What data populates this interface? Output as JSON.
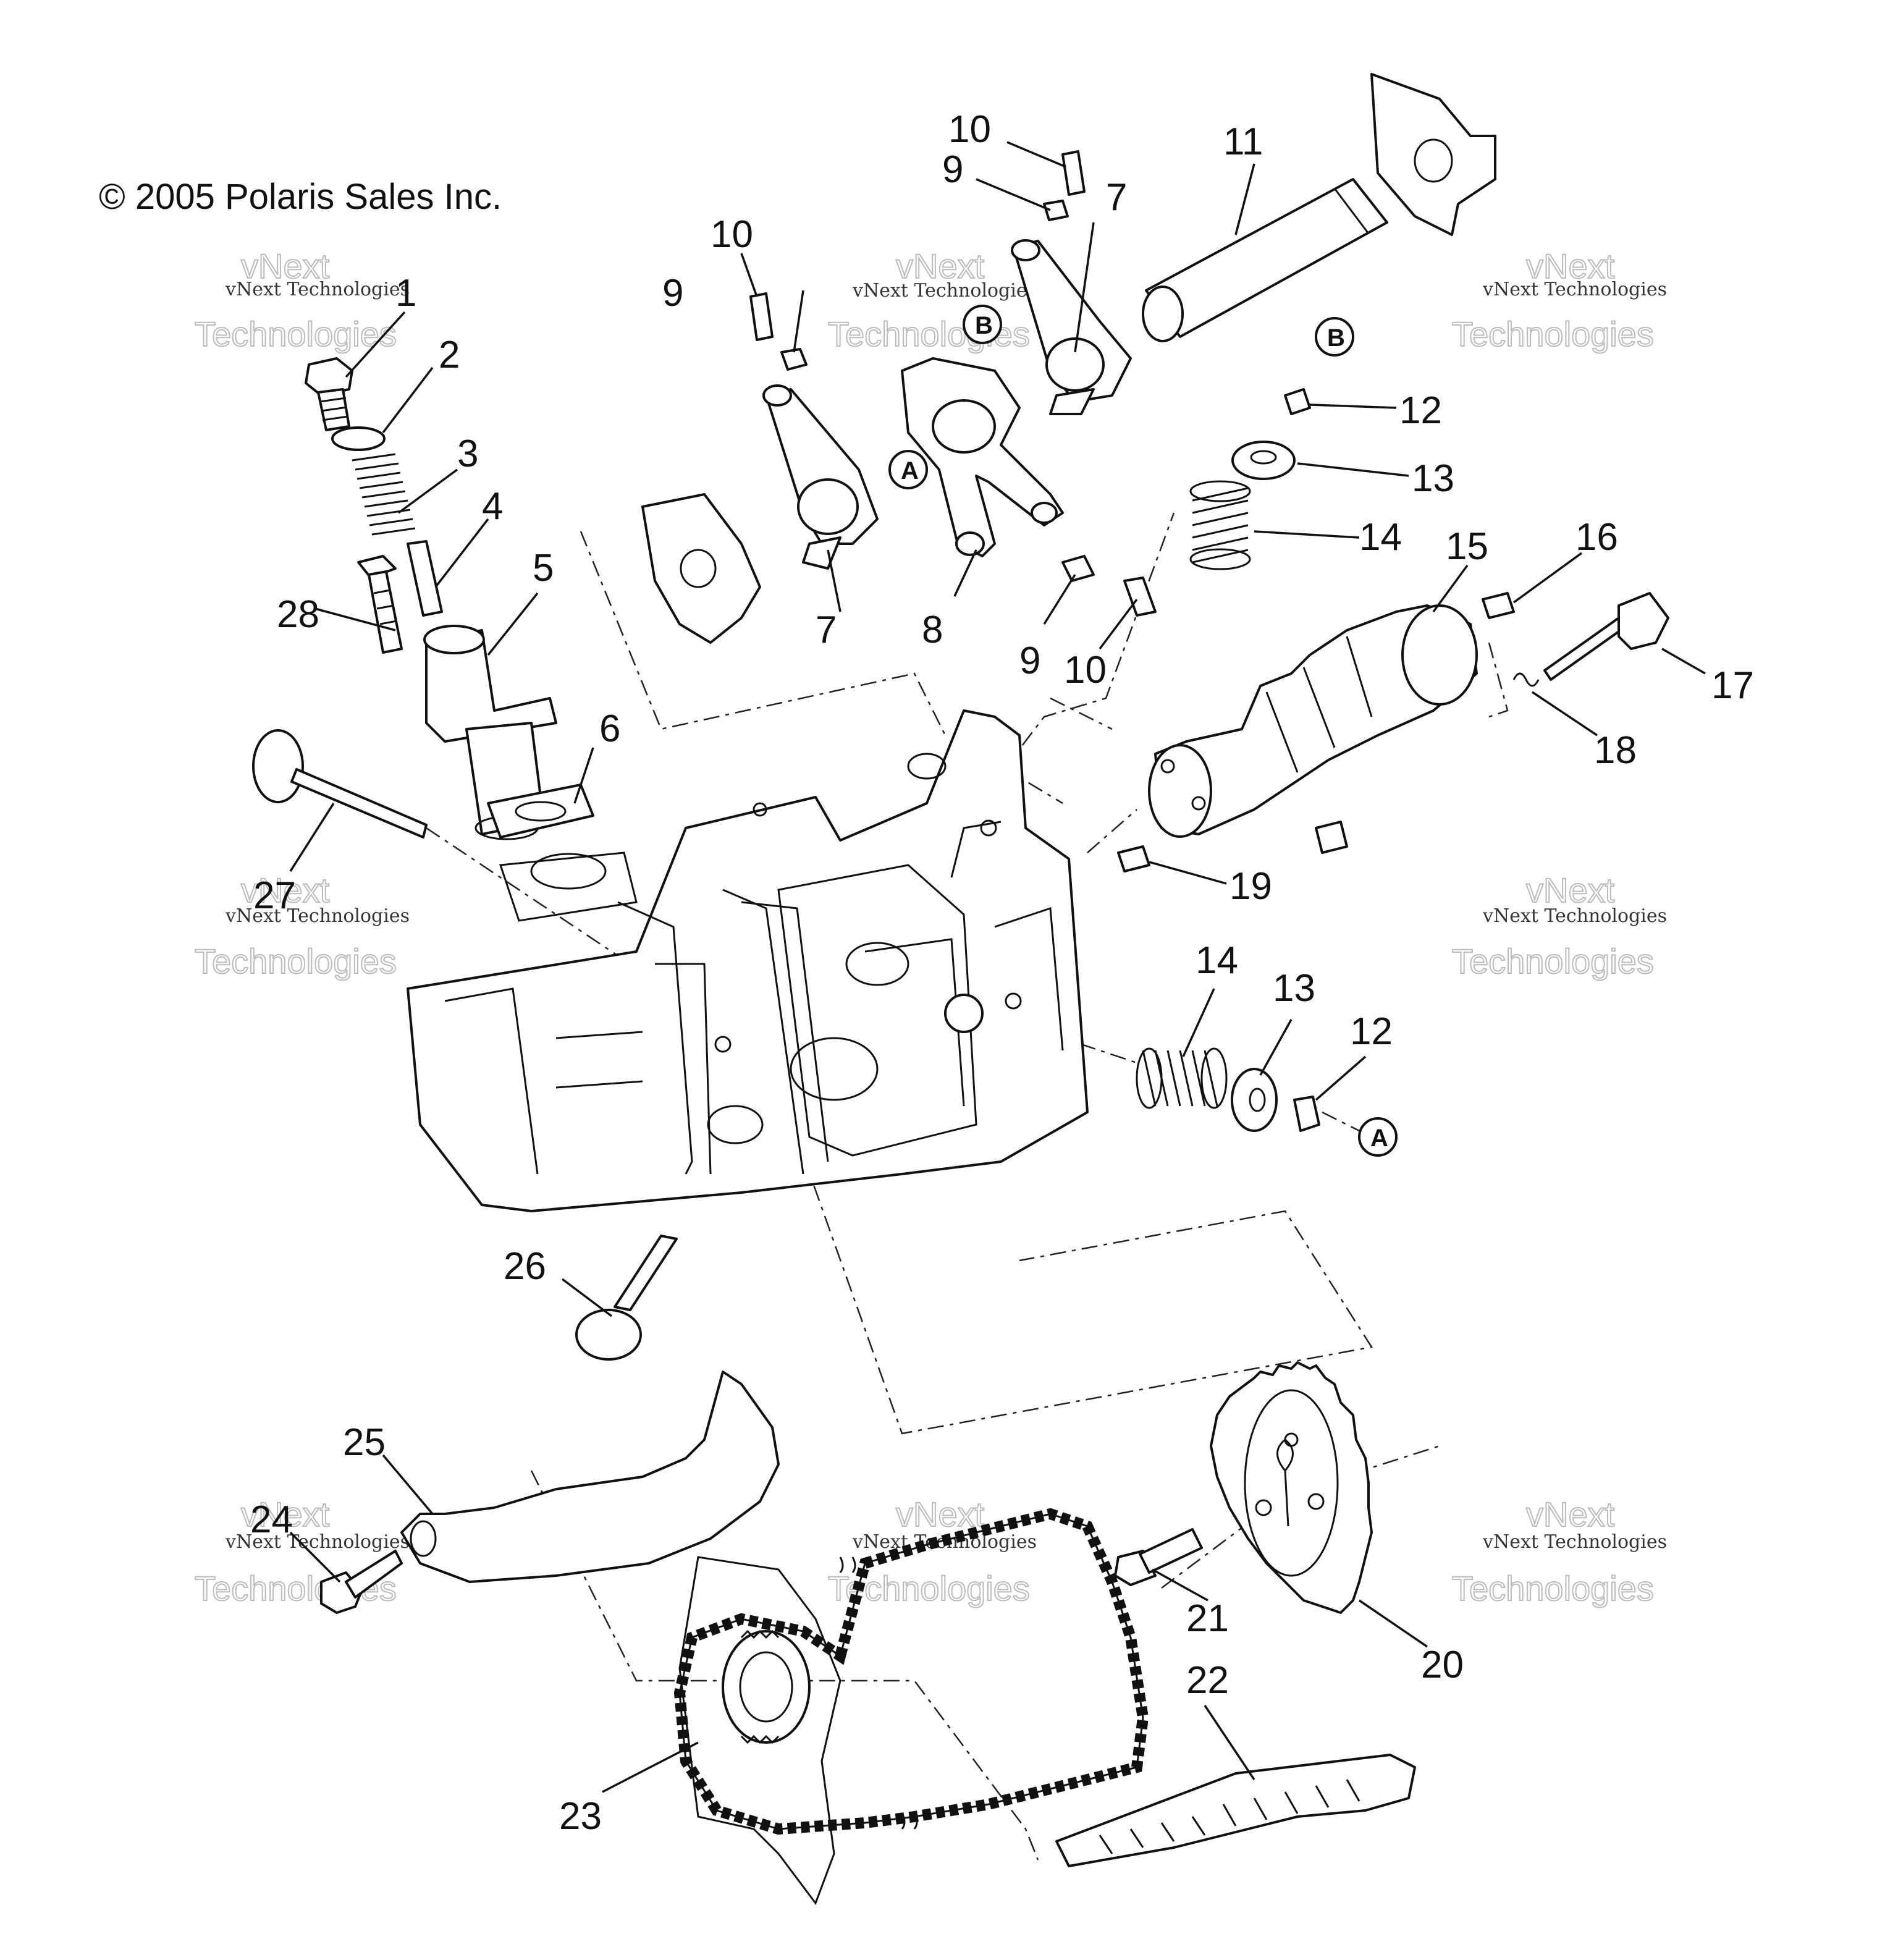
{
  "copyright": "© 2005 Polaris Sales Inc.",
  "watermark": {
    "line1": "vNext",
    "line2": "vNext Technologies",
    "line3": "Technologies"
  },
  "callouts": [
    "1",
    "2",
    "3",
    "4",
    "5",
    "6",
    "7",
    "7",
    "8",
    "9",
    "9",
    "9",
    "10",
    "10",
    "10",
    "11",
    "12",
    "12",
    "13",
    "13",
    "14",
    "14",
    "15",
    "16",
    "17",
    "18",
    "19",
    "20",
    "21",
    "22",
    "23",
    "24",
    "25",
    "26",
    "27",
    "28"
  ],
  "reference_markers": [
    "A",
    "A",
    "B",
    "B"
  ]
}
